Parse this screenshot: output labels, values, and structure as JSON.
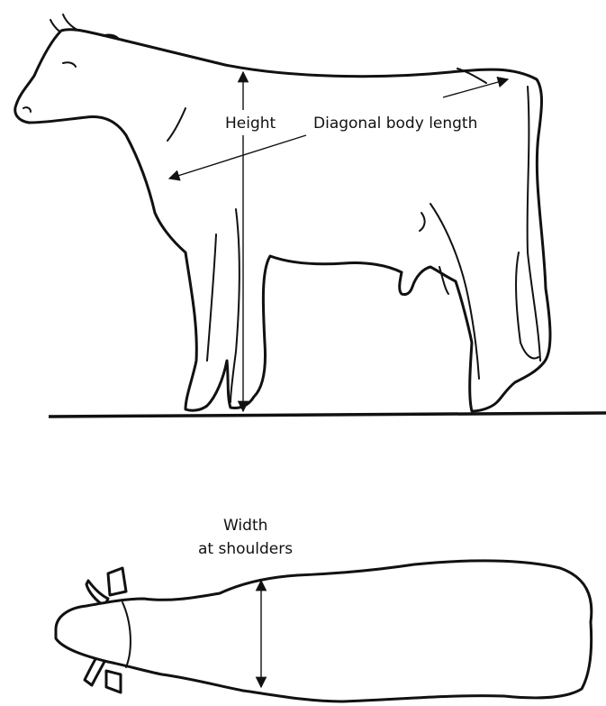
{
  "labels": {
    "height": "Height",
    "diagonal_length": "Diagonal body length",
    "width_line1": "Width",
    "width_line2": "at shoulders"
  },
  "colors": {
    "ink": "#111111",
    "background": "#ffffff"
  }
}
